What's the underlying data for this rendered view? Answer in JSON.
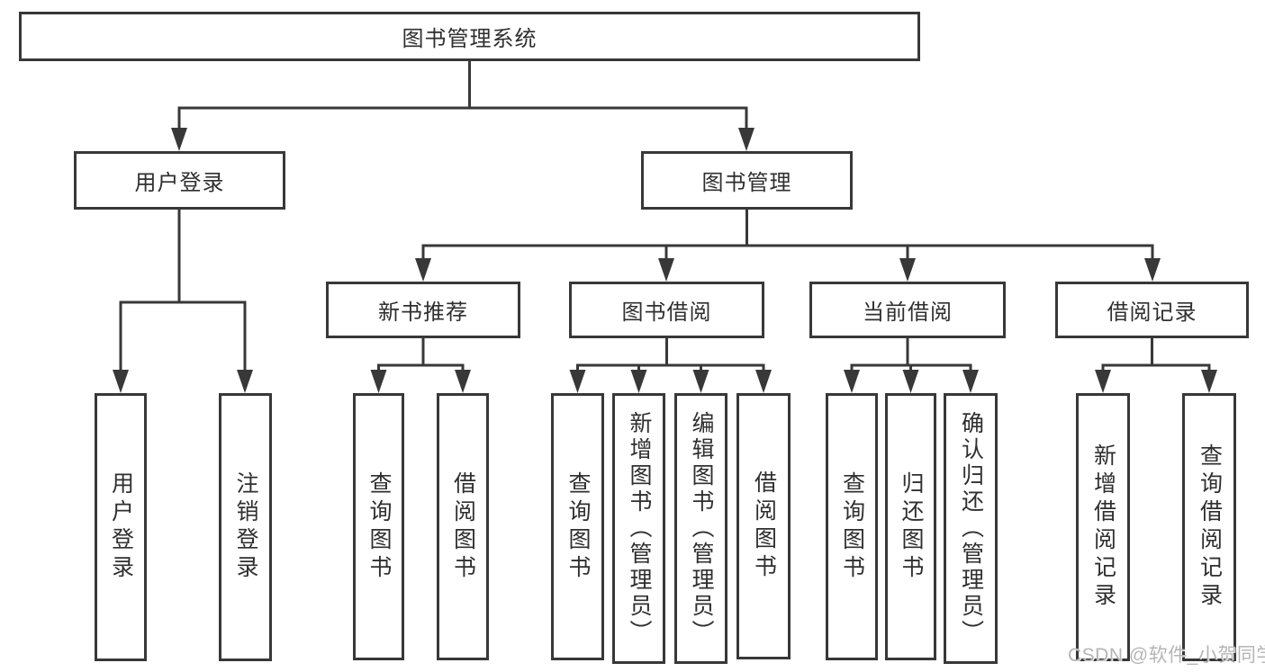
{
  "diagram": {
    "root": {
      "label": "图书管理系统"
    },
    "branches": [
      {
        "label": "用户登录",
        "children": [
          {
            "label": "用户登录"
          },
          {
            "label": "注销登录"
          }
        ]
      },
      {
        "label": "图书管理",
        "children": [
          {
            "label": "新书推荐",
            "children": [
              {
                "label": "查询图书"
              },
              {
                "label": "借阅图书"
              }
            ]
          },
          {
            "label": "图书借阅",
            "children": [
              {
                "label": "查询图书"
              },
              {
                "label": "新增图书（管理员）"
              },
              {
                "label": "编辑图书（管理员）"
              },
              {
                "label": "借阅图书"
              }
            ]
          },
          {
            "label": "当前借阅",
            "children": [
              {
                "label": "查询图书"
              },
              {
                "label": "归还图书"
              },
              {
                "label": "确认归还（管理员）"
              }
            ]
          },
          {
            "label": "借阅记录",
            "children": [
              {
                "label": "新增借阅记录"
              },
              {
                "label": "查询借阅记录"
              }
            ]
          }
        ]
      }
    ]
  },
  "watermark": {
    "text": "CSDN @软件_小贺同学"
  },
  "colors": {
    "line": "#383838",
    "box_border": "#383838",
    "text": "#2f2f2f",
    "watermark": "#b5b5b5",
    "background": "#ffffff"
  }
}
